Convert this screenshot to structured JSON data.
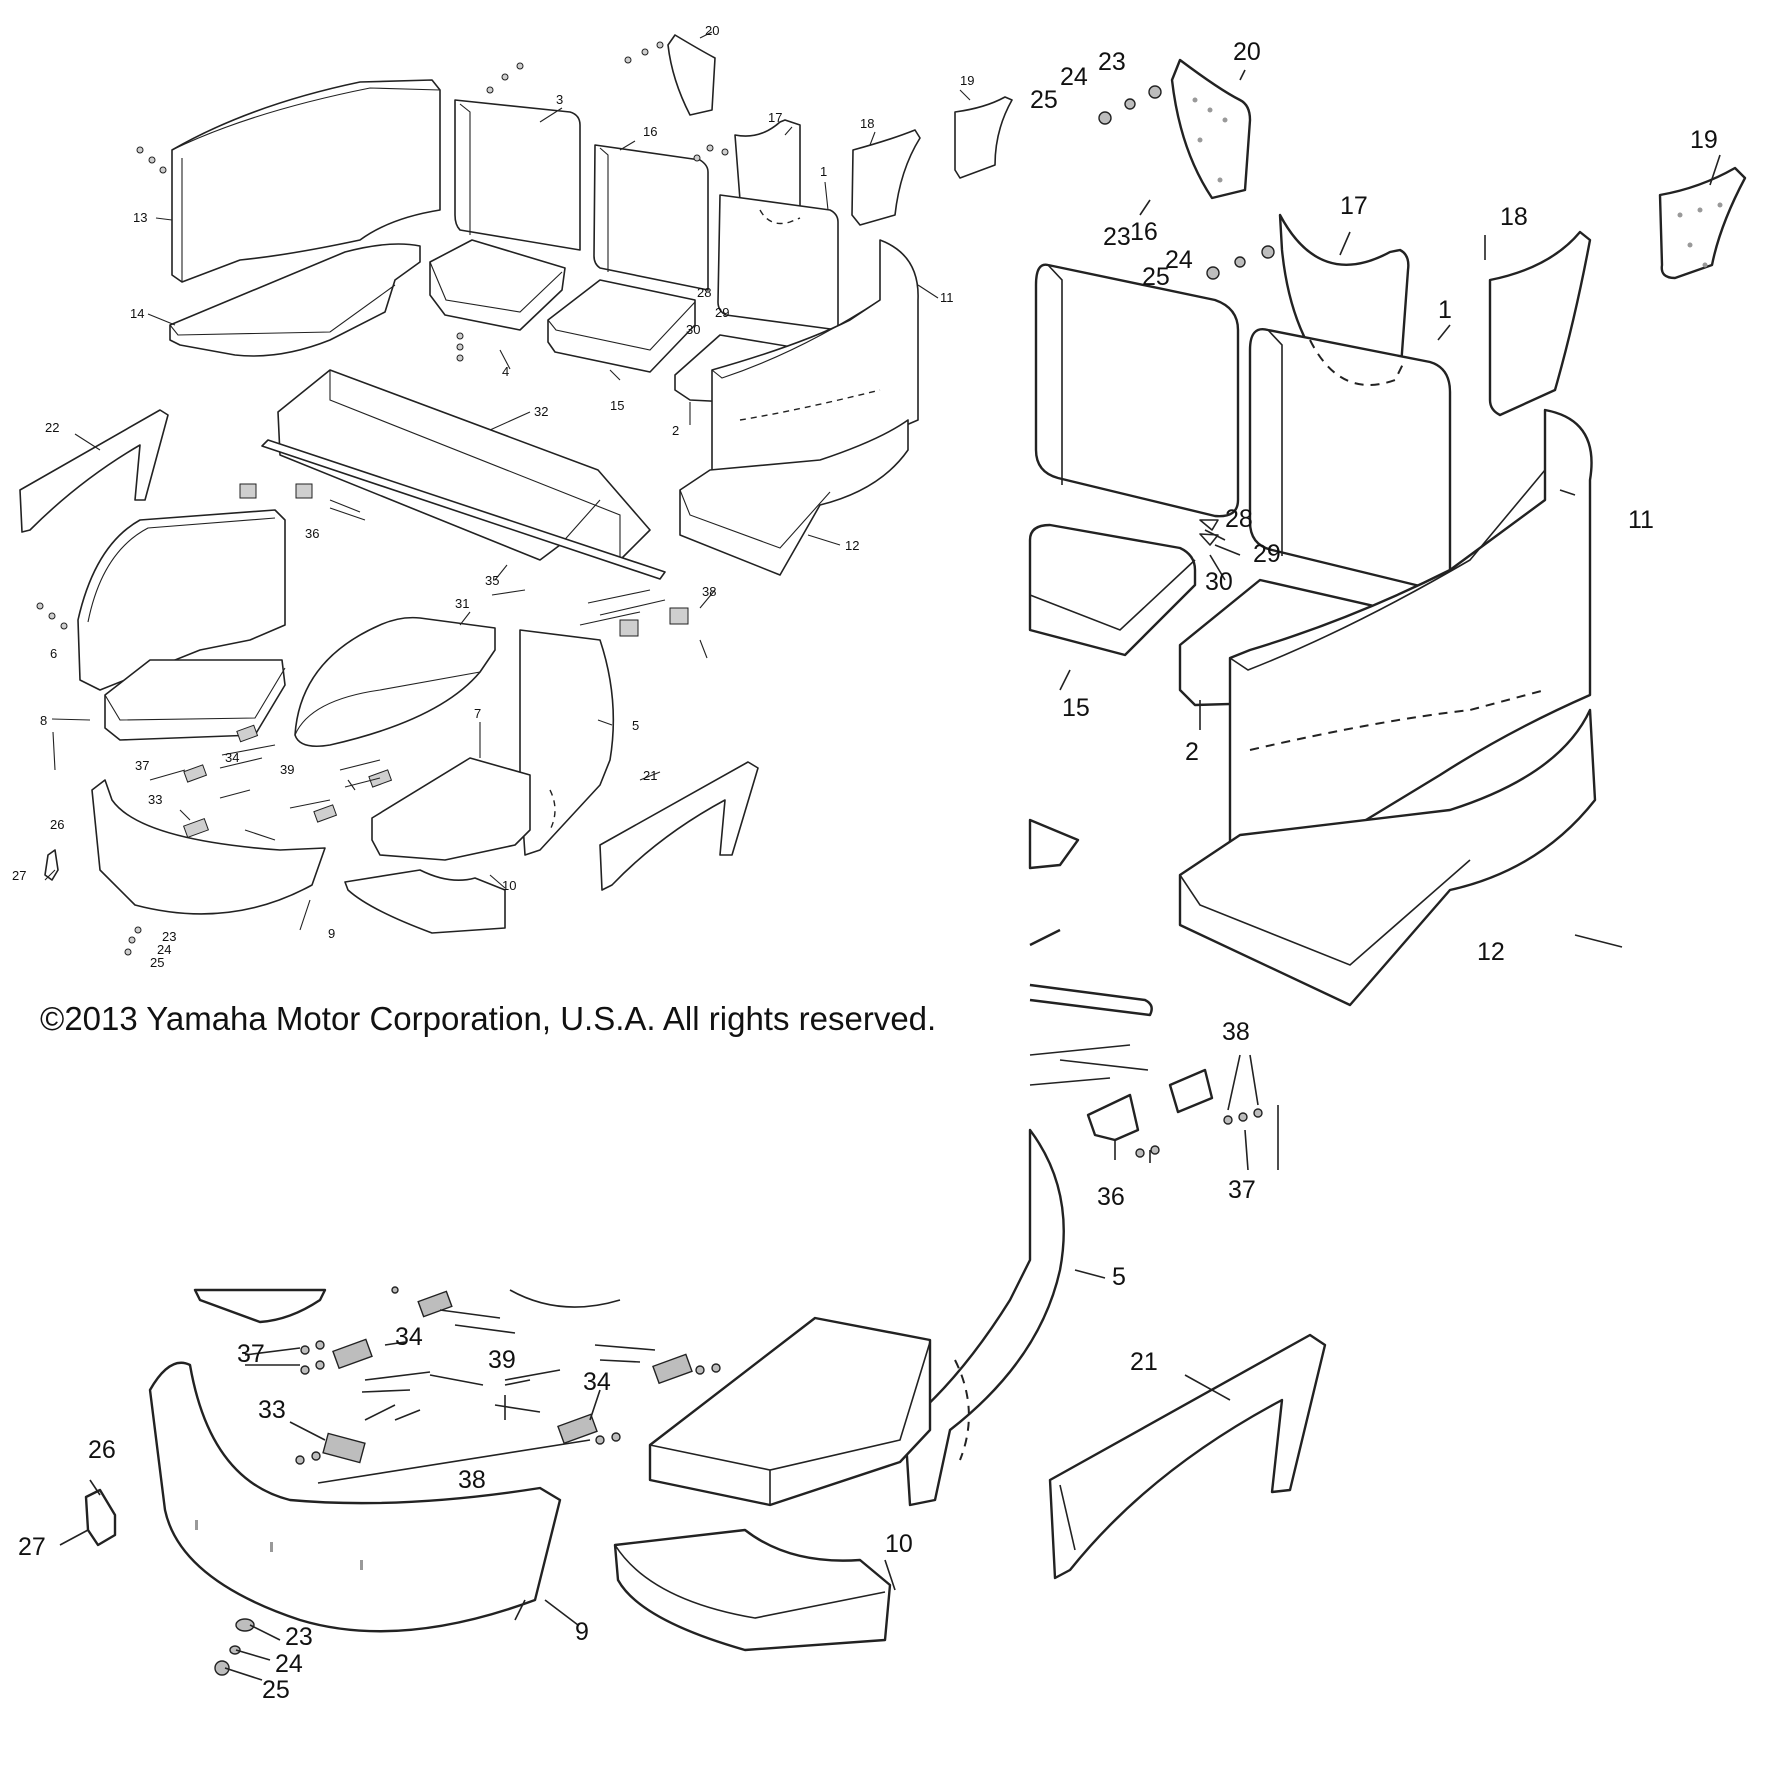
{
  "copyright": "©2013 Yamaha Motor Corporation, U.S.A. All rights reserved.",
  "overview_labels": [
    "1",
    "2",
    "3",
    "4",
    "5",
    "6",
    "7",
    "8",
    "9",
    "10",
    "11",
    "12",
    "13",
    "14",
    "15",
    "16",
    "17",
    "18",
    "19",
    "20",
    "21",
    "22",
    "23",
    "24",
    "25",
    "26",
    "27",
    "28",
    "29",
    "30",
    "31",
    "32",
    "33",
    "34",
    "35",
    "36",
    "37",
    "38",
    "39"
  ],
  "detail_top_right_labels": [
    "1",
    "2",
    "11",
    "12",
    "15",
    "16",
    "17",
    "18",
    "19",
    "20",
    "23",
    "24",
    "25",
    "28",
    "29",
    "30",
    "36",
    "37",
    "38"
  ],
  "detail_bottom_labels": [
    "5",
    "9",
    "10",
    "21",
    "23",
    "24",
    "25",
    "26",
    "27",
    "33",
    "34",
    "37",
    "38",
    "39"
  ]
}
